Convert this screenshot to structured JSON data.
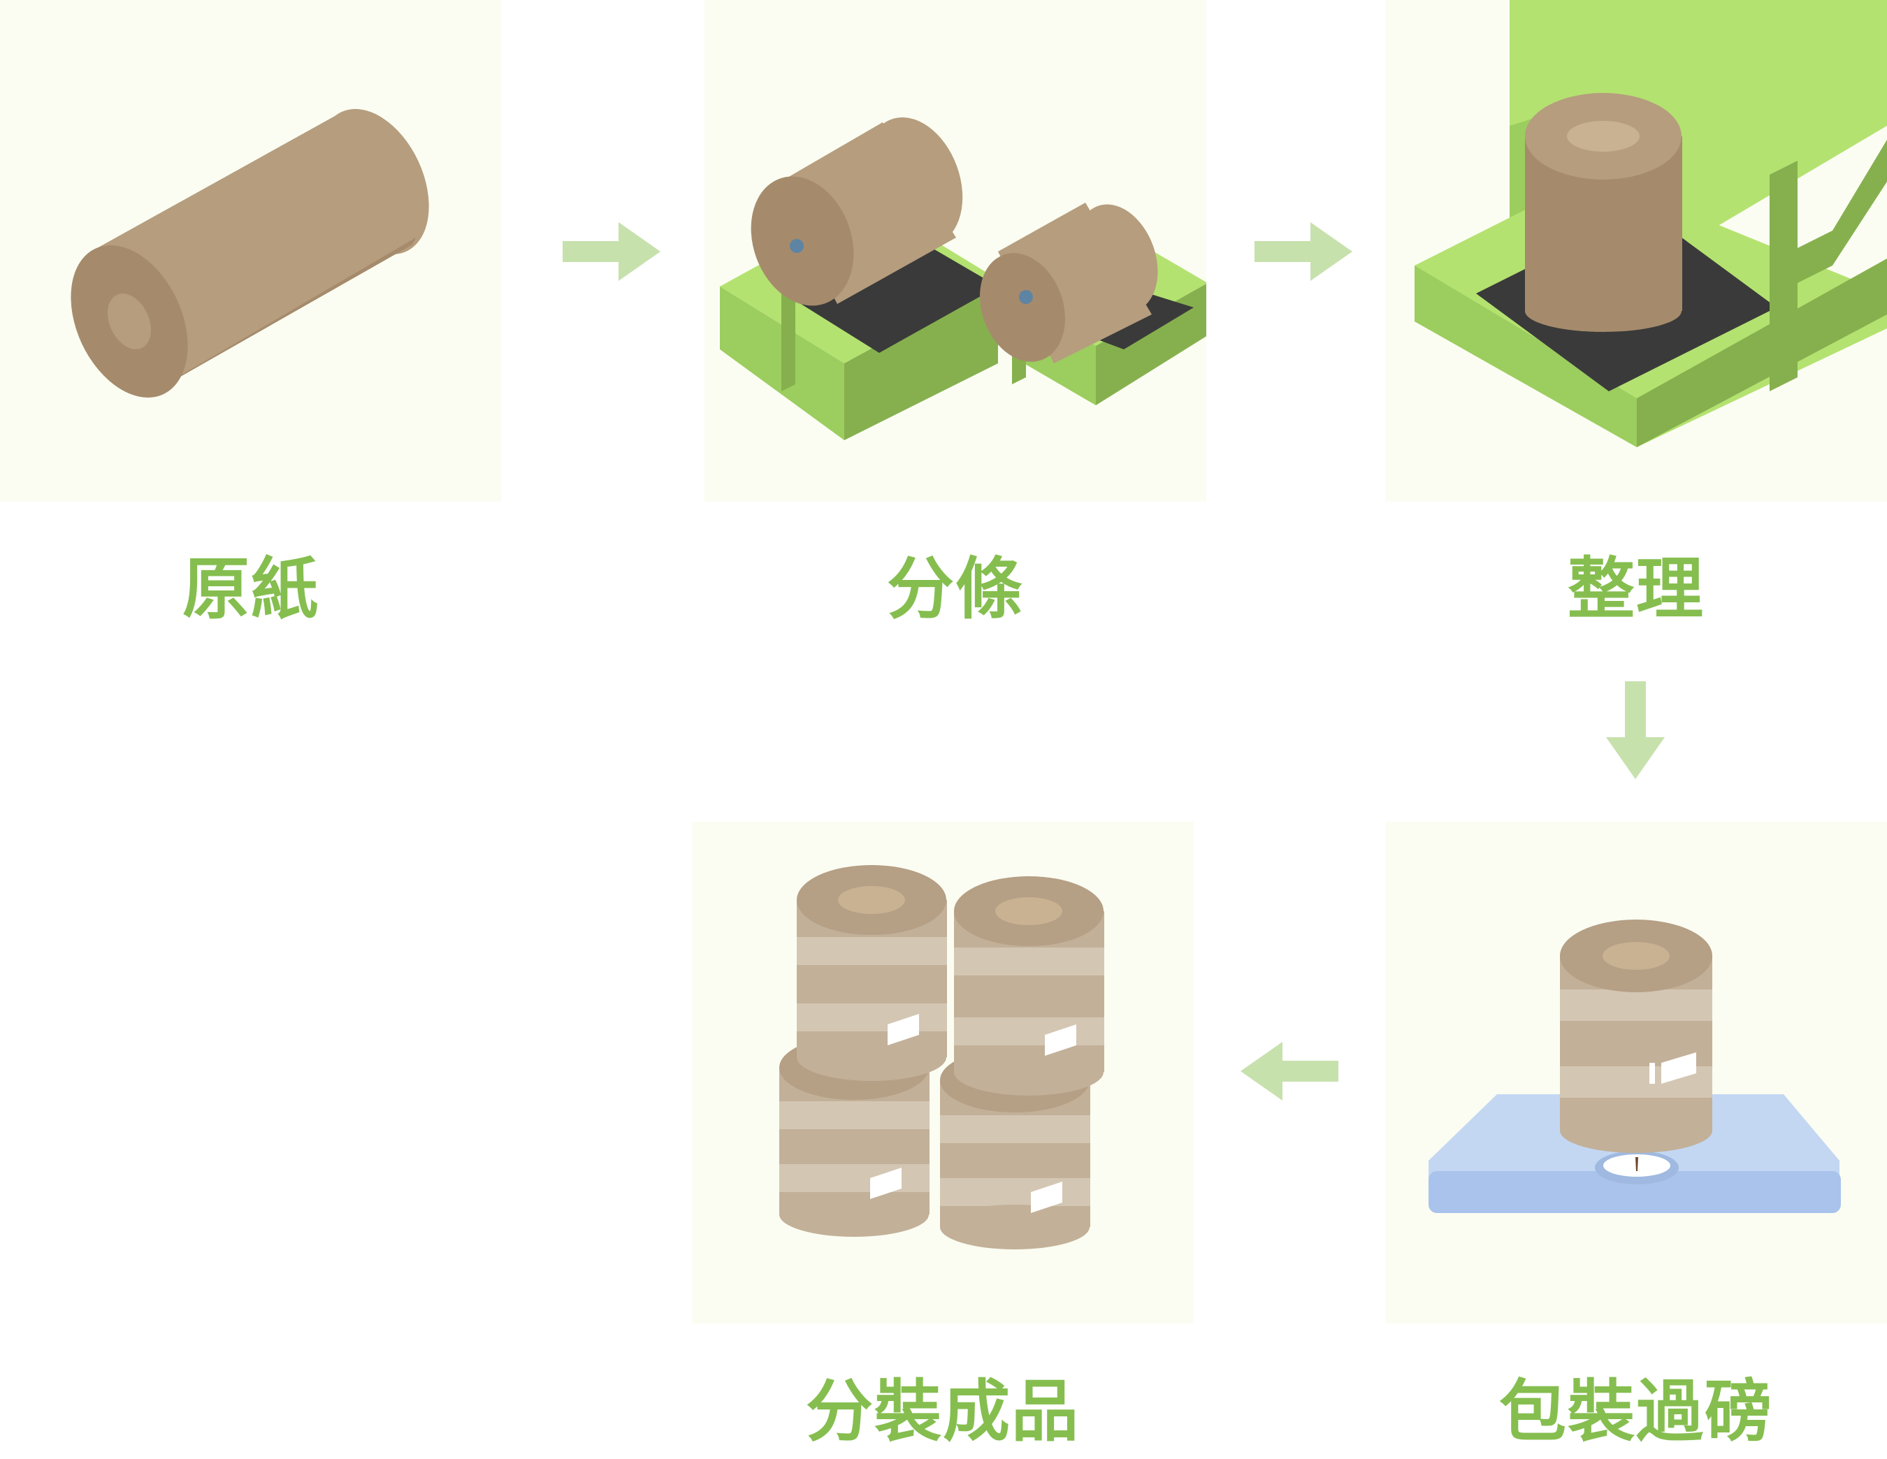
{
  "steps": [
    {
      "label": "原紙"
    },
    {
      "label": "分條"
    },
    {
      "label": "整理"
    },
    {
      "label": "包裝過磅"
    },
    {
      "label": "分裝成品"
    }
  ],
  "colors": {
    "panel_bg": "#fbfdf2",
    "label": "#85be4f",
    "arrow": "#c7e1ad",
    "paper": "#b59d7e",
    "paper_dark": "#a58b6c",
    "machine_green": "#9ccd5f",
    "machine_light": "#b4e270",
    "belt": "#3a3a3a",
    "scale": "#c3d7f2"
  },
  "arrows": [
    {
      "from": "原紙",
      "to": "分條",
      "direction": "right"
    },
    {
      "from": "分條",
      "to": "整理",
      "direction": "right"
    },
    {
      "from": "整理",
      "to": "包裝過磅",
      "direction": "down"
    },
    {
      "from": "包裝過磅",
      "to": "分裝成品",
      "direction": "left"
    }
  ]
}
